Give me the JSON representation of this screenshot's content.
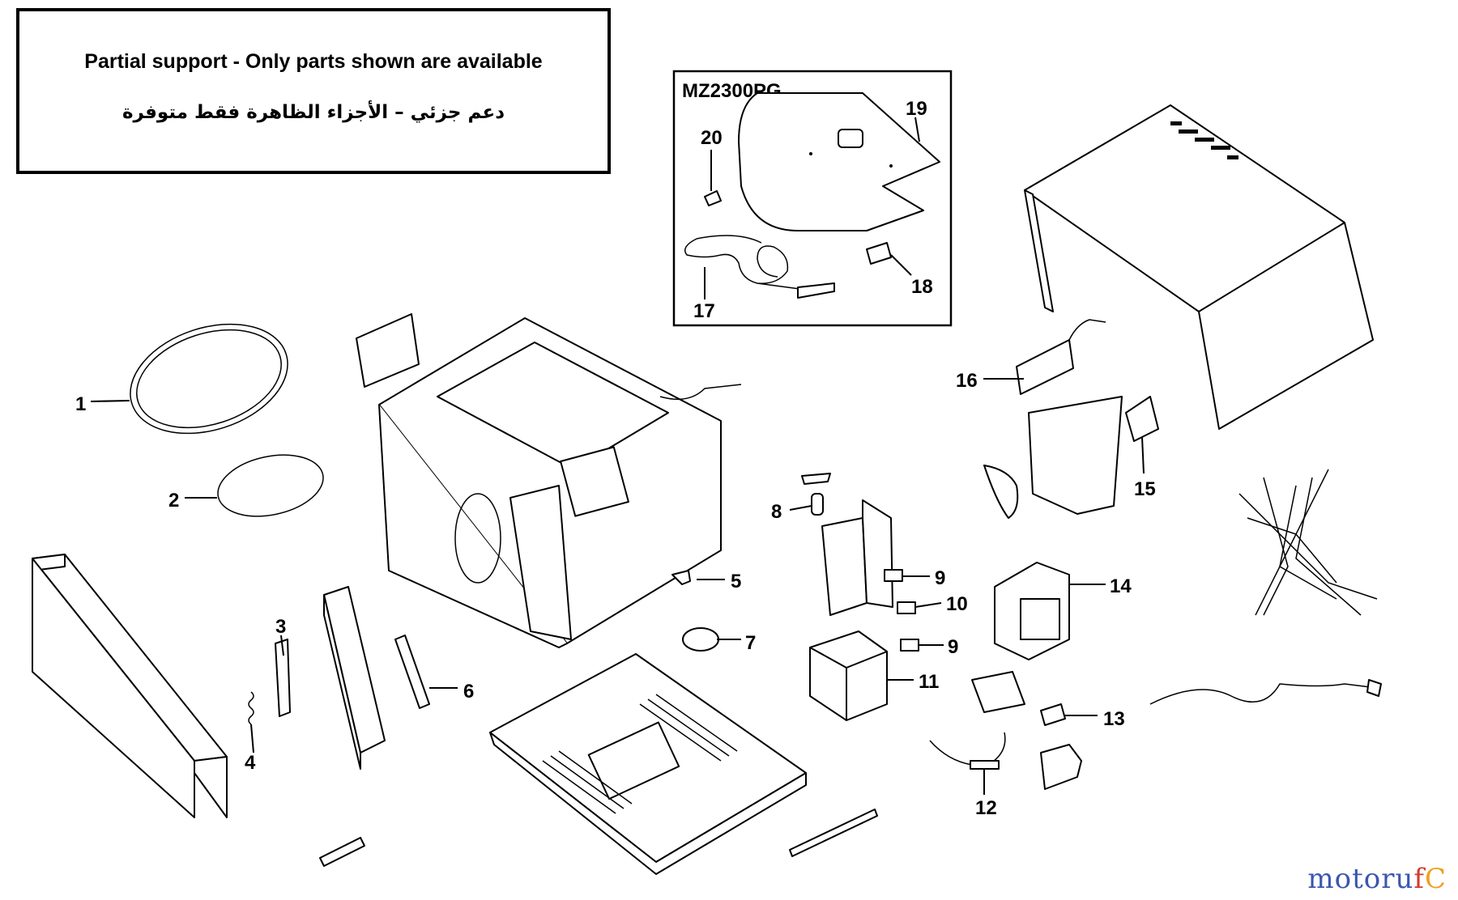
{
  "notice": {
    "text_en": "Partial support - Only parts shown are available",
    "text_ar": "دعم جزئي – الأجزاء الظاهرة فقط متوفرة"
  },
  "inset": {
    "model": "MZ2300PG"
  },
  "callouts": {
    "p1": "1",
    "p2": "2",
    "p3": "3",
    "p4": "4",
    "p5": "5",
    "p6": "6",
    "p7": "7",
    "p8": "8",
    "p9a": "9",
    "p9b": "9",
    "p10": "10",
    "p11": "11",
    "p12": "12",
    "p13": "13",
    "p14": "14",
    "p15": "15",
    "p16": "16",
    "p17": "17",
    "p18": "18",
    "p19": "19",
    "p20": "20"
  },
  "watermark": {
    "part_a": "motoru",
    "part_b": "f",
    "part_c": "C"
  },
  "colors": {
    "line": "#000000",
    "background": "#ffffff",
    "brand_blue": "#3a56b0",
    "brand_red": "#d23a2e"
  }
}
